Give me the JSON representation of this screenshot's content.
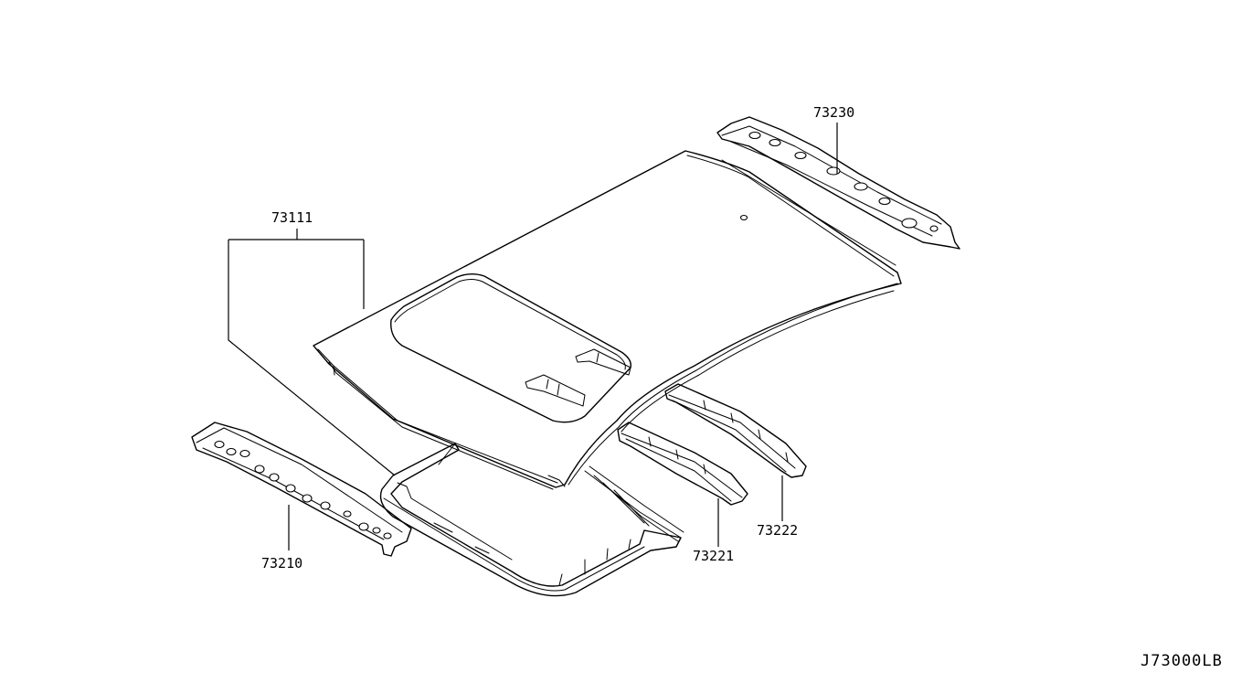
{
  "parts": {
    "roof_panel": {
      "number": "73111"
    },
    "front_rail": {
      "number": "73210"
    },
    "rear_rail": {
      "number": "73230"
    },
    "roof_bow_1": {
      "number": "73221"
    },
    "roof_bow_2": {
      "number": "73222"
    }
  },
  "diagram_code": "J73000LB"
}
